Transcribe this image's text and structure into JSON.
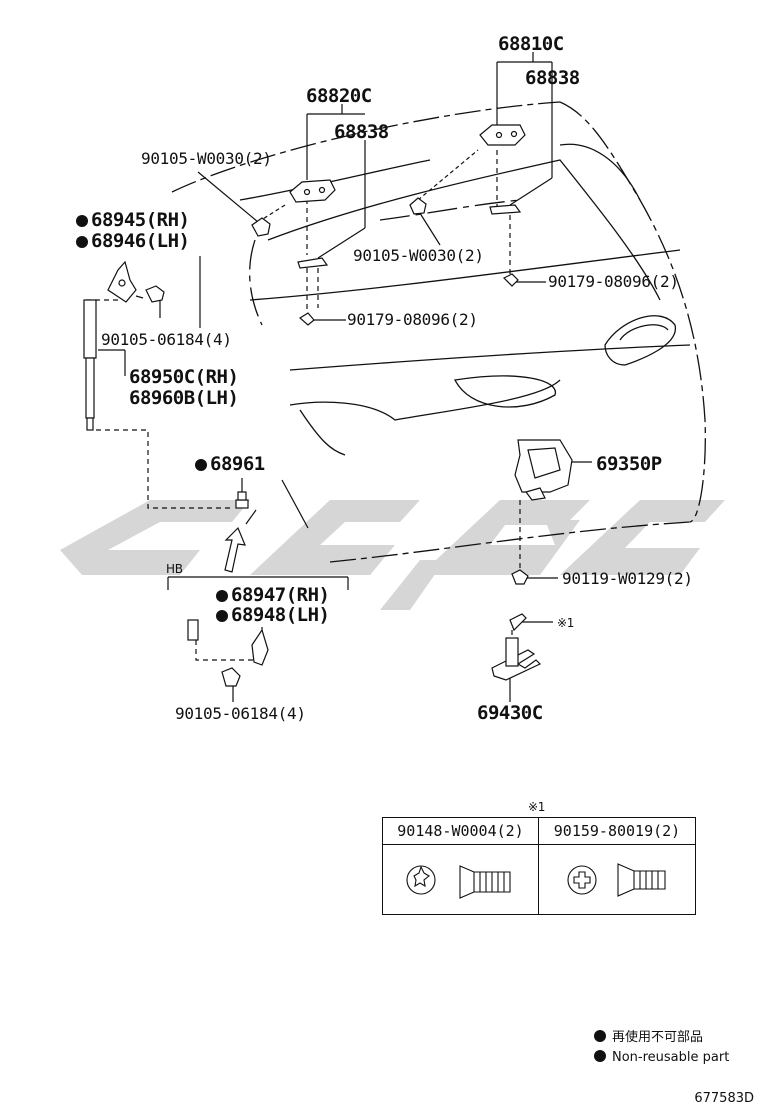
{
  "labels": {
    "p68810C": "68810C",
    "p68838a": "68838",
    "p68820C": "68820C",
    "p68838b": "68838",
    "p90105_w0030_top": "90105-W0030(2)",
    "p68945": "68945(RH)",
    "p68946": "68946(LH)",
    "p90105_w0030_mid": "90105-W0030(2)",
    "p90179_a": "90179-08096(2)",
    "p90179_b": "90179-08096(2)",
    "p90105_06184_top": "90105-06184(4)",
    "p68950C": "68950C(RH)",
    "p68960B": "68960B(LH)",
    "p68961": "68961",
    "p69350P": "69350P",
    "p90119": "90119-W0129(2)",
    "hb": "HB",
    "p68947": "68947(RH)",
    "p68948": "68948(LH)",
    "ref1": "※1",
    "p90105_06184_bot": "90105-06184(4)",
    "p69430C": "69430C"
  },
  "table": {
    "note": "※1",
    "col1": "90148-W0004(2)",
    "col2": "90159-80019(2)"
  },
  "legend": {
    "line1": "再使用不可部品",
    "line2": "Non-reusable part"
  },
  "drawing_code": "677583D",
  "watermark_color": "#d6d6d6"
}
